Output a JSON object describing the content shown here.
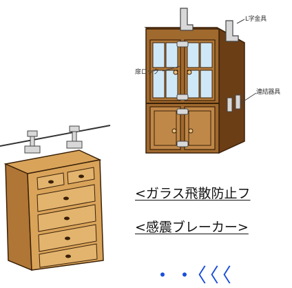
{
  "labels": {
    "l_bracket": "L字金具",
    "door_lock": "扉ロック",
    "connector": "連結器具"
  },
  "captions": {
    "glass": "<ガラス飛散防止フ",
    "breaker": "<感震ブレーカー>"
  },
  "partial_text": "・・〈〈〈",
  "colors": {
    "wood_dark": "#7a4a1c",
    "wood_mid": "#a0692e",
    "wood_light": "#d9a45a",
    "glass": "#cfe8f7",
    "metal": "#cfcfcf",
    "accent_text": "#1a4fd8"
  }
}
